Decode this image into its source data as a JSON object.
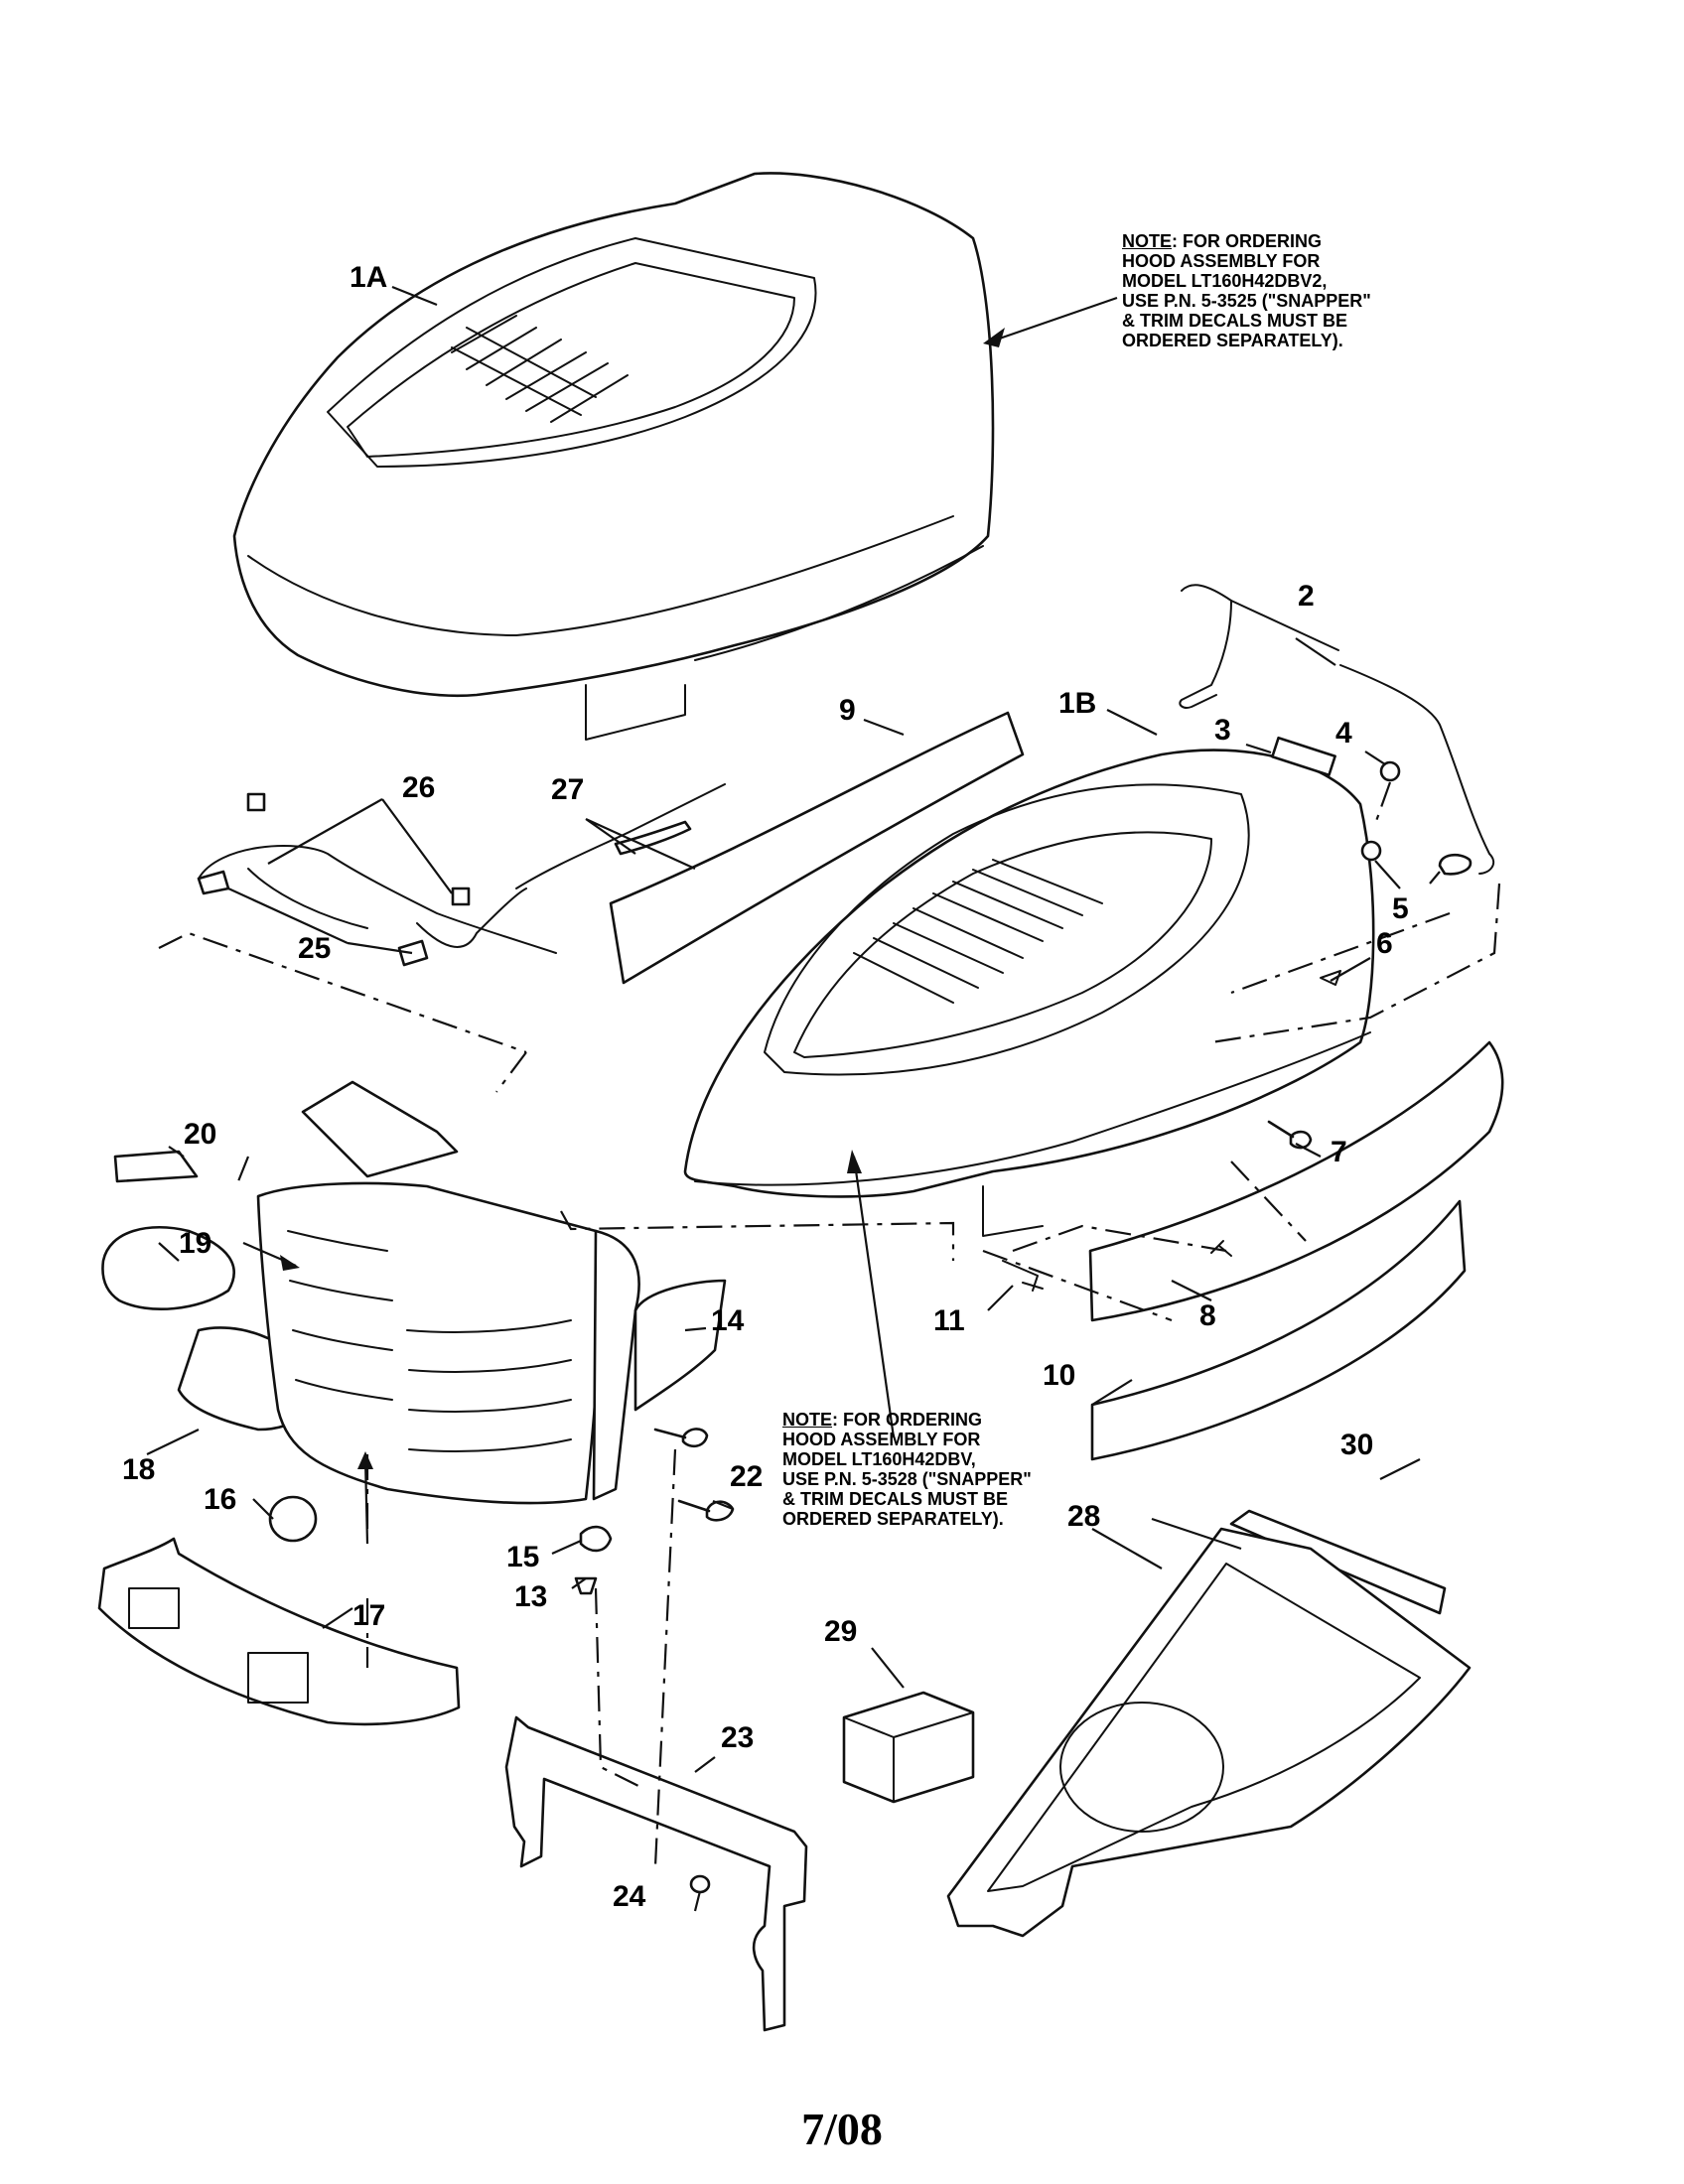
{
  "notes": {
    "top": {
      "heading": "NOTE",
      "text": ": FOR ORDERING\nHOOD ASSEMBLY FOR\nMODEL LT160H42DBV2,\nUSE P.N. 5-3525 (\"SNAPPER\"\n& TRIM DECALS MUST BE\nORDERED SEPARATELY)."
    },
    "bottom": {
      "heading": "NOTE",
      "text": ": FOR ORDERING\nHOOD ASSEMBLY FOR\nMODEL LT160H42DBV,\nUSE P.N. 5-3528 (\"SNAPPER\"\n& TRIM DECALS MUST BE\nORDERED SEPARATELY)."
    }
  },
  "callouts": {
    "c1A": "1A",
    "c1B": "1B",
    "c2": "2",
    "c3": "3",
    "c4": "4",
    "c5": "5",
    "c6": "6",
    "c7": "7",
    "c8": "8",
    "c9": "9",
    "c10": "10",
    "c11": "11",
    "c13": "13",
    "c14": "14",
    "c15": "15",
    "c16": "16",
    "c17": "17",
    "c18": "18",
    "c19": "19",
    "c20": "20",
    "c22": "22",
    "c23": "23",
    "c24": "24",
    "c25": "25",
    "c26": "26",
    "c27": "27",
    "c28": "28",
    "c29": "29",
    "c30": "30"
  },
  "footer": {
    "date": "7/08"
  }
}
